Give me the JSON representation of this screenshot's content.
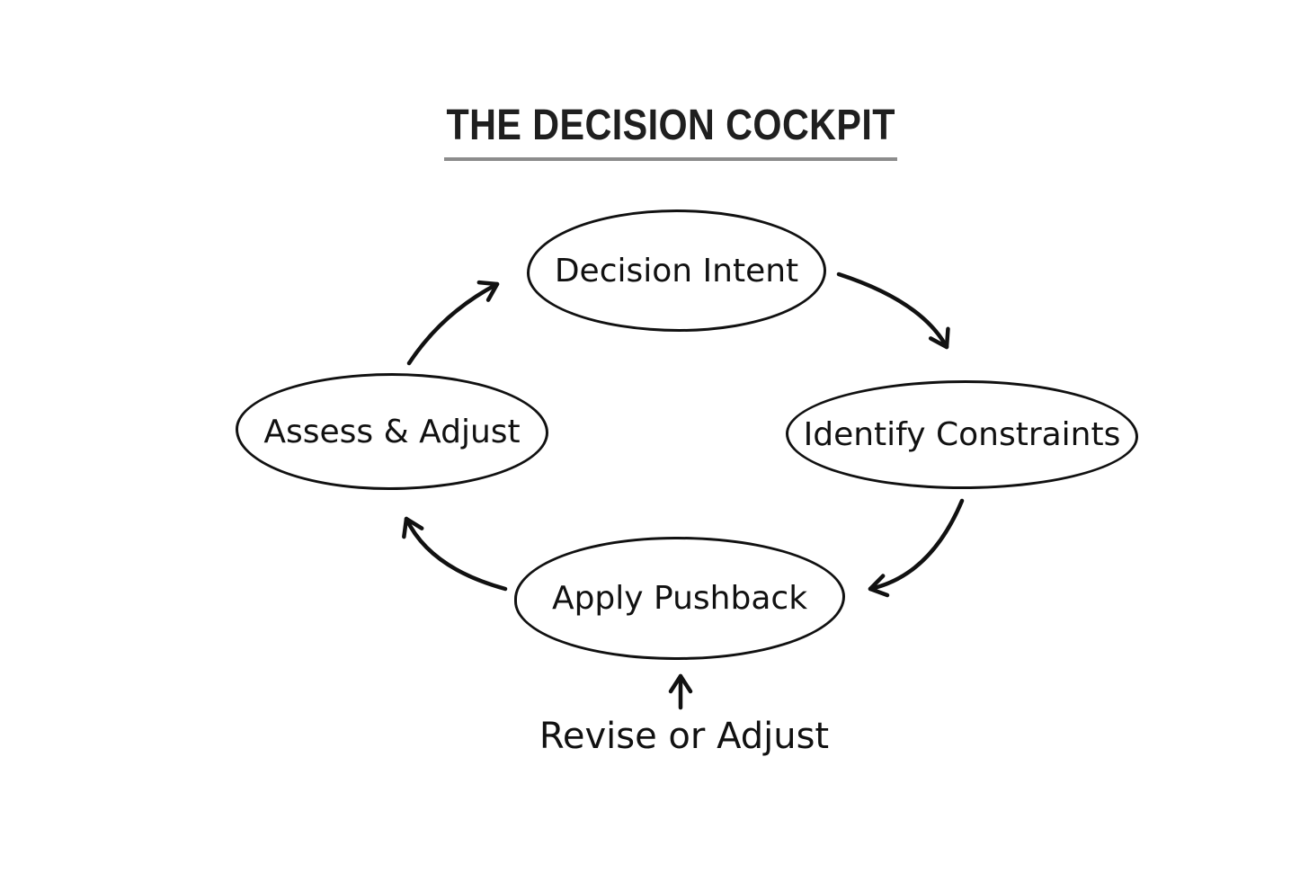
{
  "title": "THE DECISION COCKPIT",
  "diagram": {
    "type": "cycle",
    "nodes": [
      {
        "id": "decision-intent",
        "label": "Decision Intent",
        "position": "top"
      },
      {
        "id": "identify-constraints",
        "label": "Identify Constraints",
        "position": "right"
      },
      {
        "id": "apply-pushback",
        "label": "Apply Pushback",
        "position": "bottom"
      },
      {
        "id": "assess-adjust",
        "label": "Assess & Adjust",
        "position": "left"
      }
    ],
    "edges": [
      {
        "from": "assess-adjust",
        "to": "decision-intent",
        "style": "curved-arrow"
      },
      {
        "from": "decision-intent",
        "to": "identify-constraints",
        "style": "curved-arrow"
      },
      {
        "from": "identify-constraints",
        "to": "apply-pushback",
        "style": "curved-arrow"
      },
      {
        "from": "apply-pushback",
        "to": "assess-adjust",
        "style": "curved-arrow"
      },
      {
        "from": "revise-or-adjust-label",
        "to": "apply-pushback",
        "style": "straight-arrow"
      }
    ],
    "annotation": {
      "label": "Revise or Adjust"
    }
  },
  "colors": {
    "background": "#ffffff",
    "ink": "#111111",
    "underline": "#8c8c8c"
  }
}
